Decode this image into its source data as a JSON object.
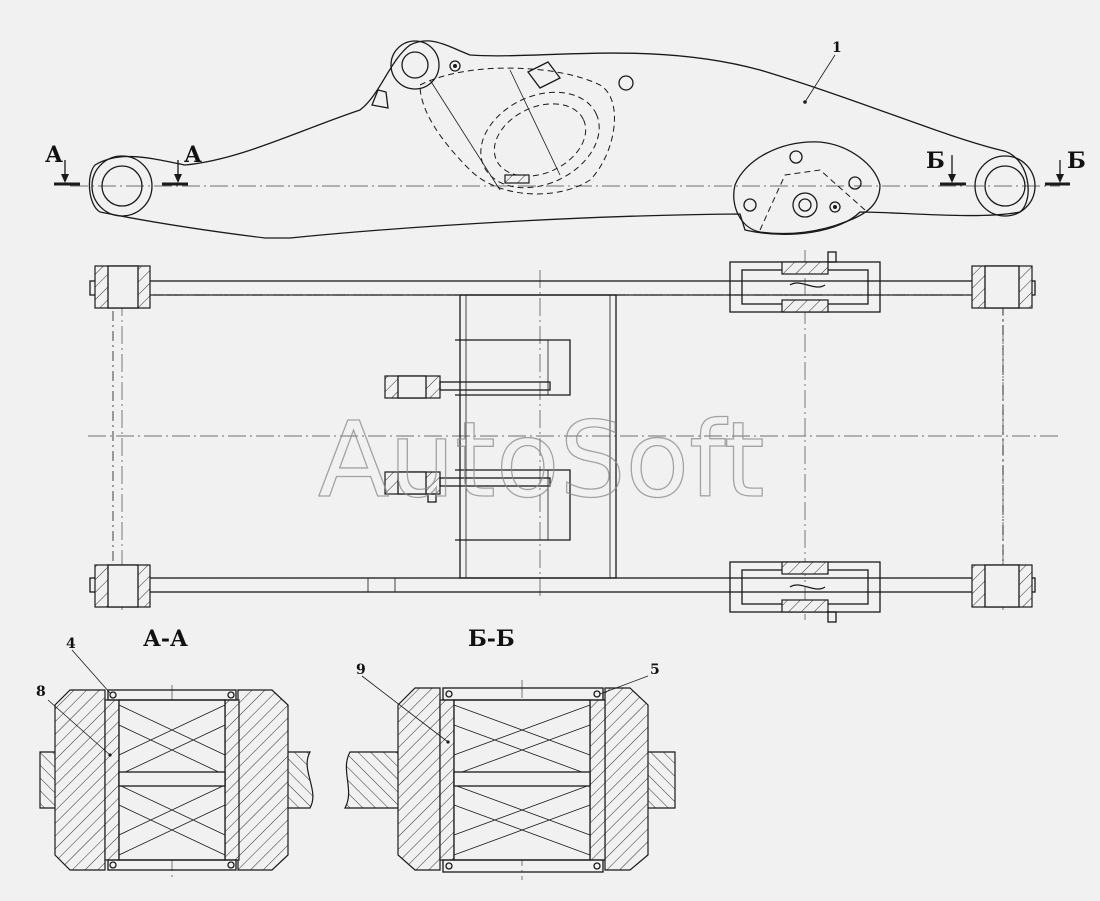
{
  "watermark": "AutoSoft",
  "section_markers": {
    "a_left": "А",
    "a_right": "А",
    "b_left": "Б",
    "b_right": "Б"
  },
  "section_titles": {
    "aa": "А-А",
    "bb": "Б-Б"
  },
  "callouts": {
    "c1": "1",
    "c4": "4",
    "c5": "5",
    "c8": "8",
    "c9": "9"
  }
}
